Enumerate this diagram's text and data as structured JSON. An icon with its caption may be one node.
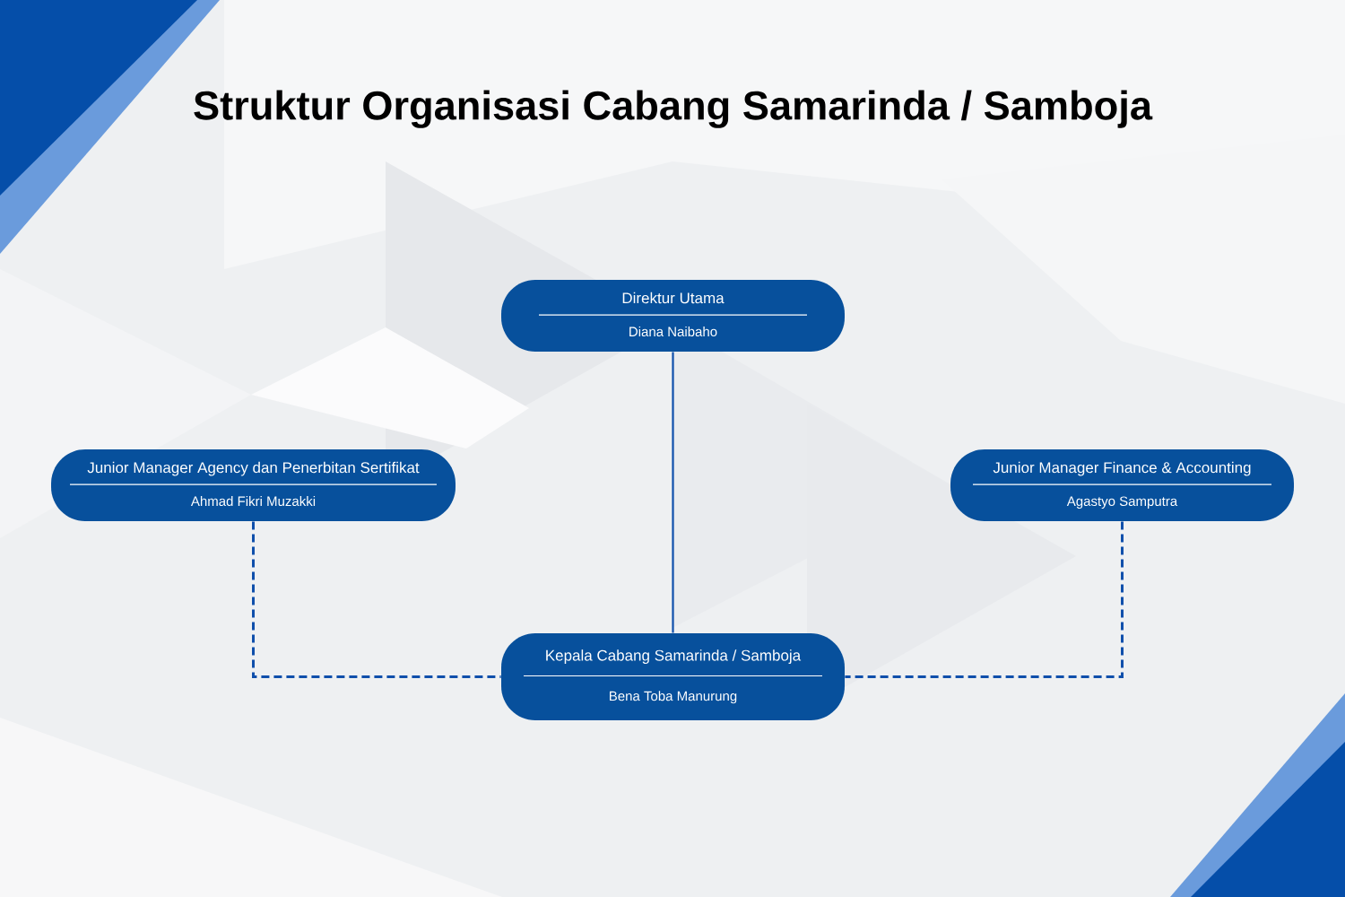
{
  "diagram": {
    "title": "Struktur Organisasi Cabang Samarinda / Samboja",
    "nodes": [
      {
        "text": [
          "Direktur Utama",
          "Diana Naibaho"
        ]
      },
      {
        "text": [
          "Junior Manager Agency dan Penerbitan Sertifikat",
          "Ahmad Fikri Muzakki"
        ]
      },
      {
        "text": [
          "Junior Manager Finance & Accounting",
          "Agastyo Samputra"
        ]
      },
      {
        "text": [
          "Kepala Cabang Samarinda / Samboja",
          "Bena Toba Manurung"
        ]
      }
    ],
    "edges": [
      {
        "from": 0,
        "to": 3,
        "arrow": "none"
      },
      {
        "from": 1,
        "to": 3,
        "arrow": "none",
        "style": "dashed"
      },
      {
        "from": 2,
        "to": 3,
        "arrow": "none",
        "style": "dashed"
      }
    ]
  }
}
